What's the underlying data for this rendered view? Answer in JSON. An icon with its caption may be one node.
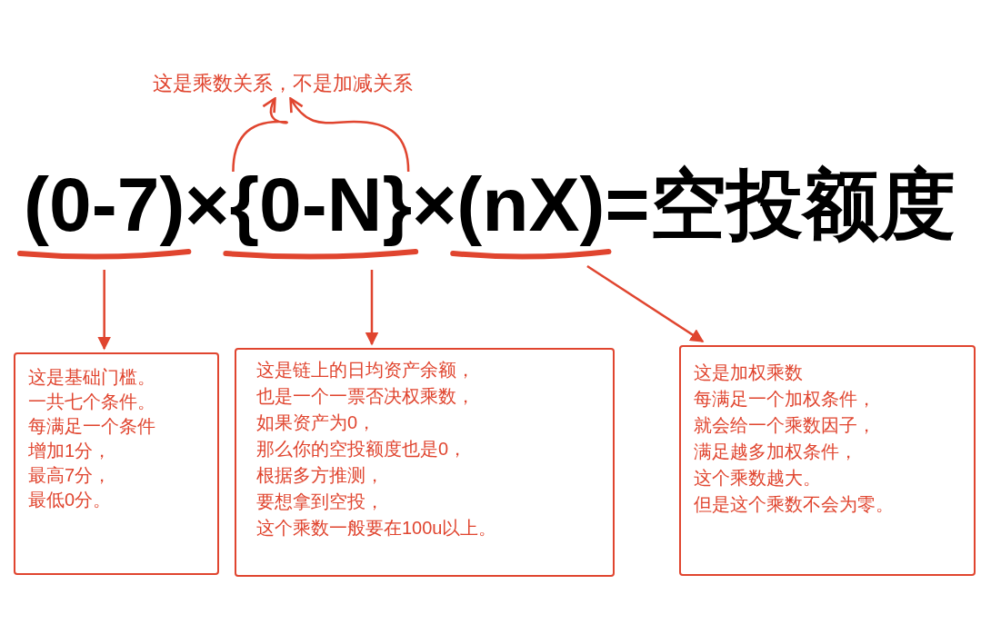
{
  "diagram": {
    "nodes": [
      {
        "text": [
          "(0-7)"
        ]
      },
      {
        "text": [
          "{0-N}"
        ]
      },
      {
        "text": [
          "(nX)"
        ]
      },
      {
        "text": [
          "这是乘数关系，不是加减关系"
        ]
      },
      {
        "text": [
          "这是基础门槛。",
          "一共七个条件。",
          "每满足一个条件",
          "增加1分，",
          "最高7分，",
          "最低0分。"
        ]
      },
      {
        "text": [
          "这是链上的日均资产余额，",
          "也是一个一票否决权乘数，",
          "如果资产为0，",
          "那么你的空投额度也是0，",
          "根据多方推测，",
          "要想拿到空投，",
          "这个乘数一般要在100u以上。"
        ]
      },
      {
        "text": [
          "这是加权乘数",
          "每满足一个加权条件，",
          "就会给一个乘数因子，",
          "满足越多加权条件，",
          "这个乘数越大。",
          "但是这个乘数不会为零。"
        ]
      }
    ],
    "edges": [
      {
        "from": 0,
        "to": 4,
        "arrow": "to"
      },
      {
        "from": 1,
        "to": 5,
        "arrow": "to"
      },
      {
        "from": 2,
        "to": 6,
        "arrow": "to"
      },
      {
        "from": 1,
        "to": 3,
        "arrow": "to"
      },
      {
        "from": 1,
        "to": 3,
        "arrow": "to"
      }
    ],
    "labels": [
      "×",
      "×",
      "=空投额度"
    ]
  }
}
